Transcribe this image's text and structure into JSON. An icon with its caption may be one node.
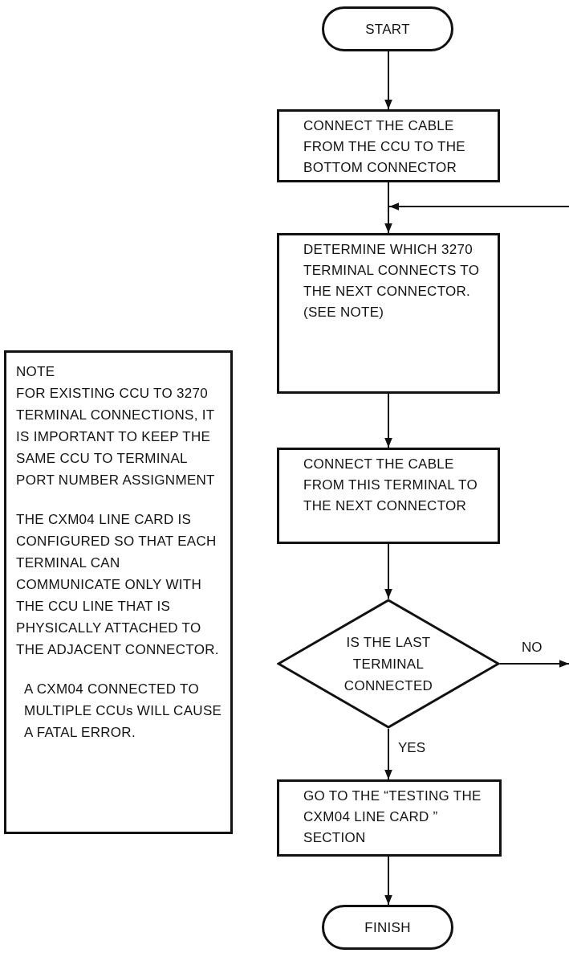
{
  "diagram": {
    "nodes": [
      {
        "text": [
          "START"
        ]
      },
      {
        "text": [
          "CONNECT THE CABLE FROM THE CCU TO THE BOTTOM CONNECTOR"
        ]
      },
      {
        "text": [
          "DETERMINE WHICH 3270 TERMINAL CONNECTS TO THE NEXT CONNECTOR. (SEE NOTE)"
        ]
      },
      {
        "text": [
          "CONNECT THE CABLE FROM THIS TERMINAL TO THE NEXT CONNECTOR"
        ]
      },
      {
        "text": [
          "IS THE LAST TERMINAL CONNECTED"
        ]
      },
      {
        "text": [
          "GO TO THE “TESTING THE CXM04 LINE CARD ” SECTION"
        ]
      },
      {
        "text": [
          "FINISH"
        ]
      },
      {
        "text": [
          "NOTE",
          "FOR EXISTING CCU TO 3270 TERMINAL CONNECTIONS, IT IS IMPORTANT TO KEEP THE SAME CCU TO TERMINAL PORT NUMBER ASSIGNMENT",
          "THE CXM04 LINE CARD IS CONFIGURED SO THAT EACH TERMINAL CAN COMMUNICATE ONLY WITH THE CCU LINE THAT IS PHYSICALLY ATTACHED TO THE ADJACENT CONNECTOR.",
          "A CXM04 CONNECTED TO MULTIPLE CCUs WILL CAUSE A FATAL ERROR."
        ]
      }
    ],
    "edges": [
      {
        "from": 0,
        "to": 1,
        "arrow": "to"
      },
      {
        "from": 1,
        "to": 2,
        "arrow": "to"
      },
      {
        "from": 2,
        "to": 3,
        "arrow": "to"
      },
      {
        "from": 3,
        "to": 4,
        "arrow": "to"
      },
      {
        "from": 4,
        "to": 5,
        "arrow": "to",
        "label": "YES"
      },
      {
        "from": 5,
        "to": 6,
        "arrow": "to"
      },
      {
        "from": 4,
        "to": null,
        "arrow": "to",
        "label": "NO"
      },
      {
        "from": null,
        "to": 2,
        "arrow": "to"
      }
    ]
  }
}
